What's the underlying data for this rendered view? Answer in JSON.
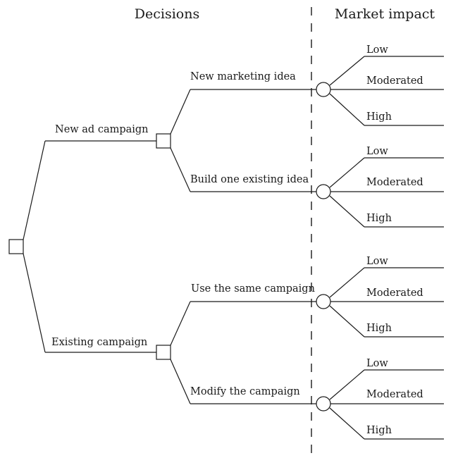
{
  "headers": {
    "decisions": "Decisions",
    "market_impact": "Market impact"
  },
  "branches": [
    {
      "label": "New ad campaign",
      "options": [
        {
          "label": "New marketing idea",
          "outcomes": [
            "Low",
            "Moderated",
            "High"
          ]
        },
        {
          "label": "Build one existing idea",
          "outcomes": [
            "Low",
            "Moderated",
            "High"
          ]
        }
      ]
    },
    {
      "label": "Existing campaign",
      "options": [
        {
          "label": "Use the same campaign",
          "outcomes": [
            "Low",
            "Moderated",
            "High"
          ]
        },
        {
          "label": "Modify the campaign",
          "outcomes": [
            "Low",
            "Moderated",
            "High"
          ]
        }
      ]
    }
  ]
}
